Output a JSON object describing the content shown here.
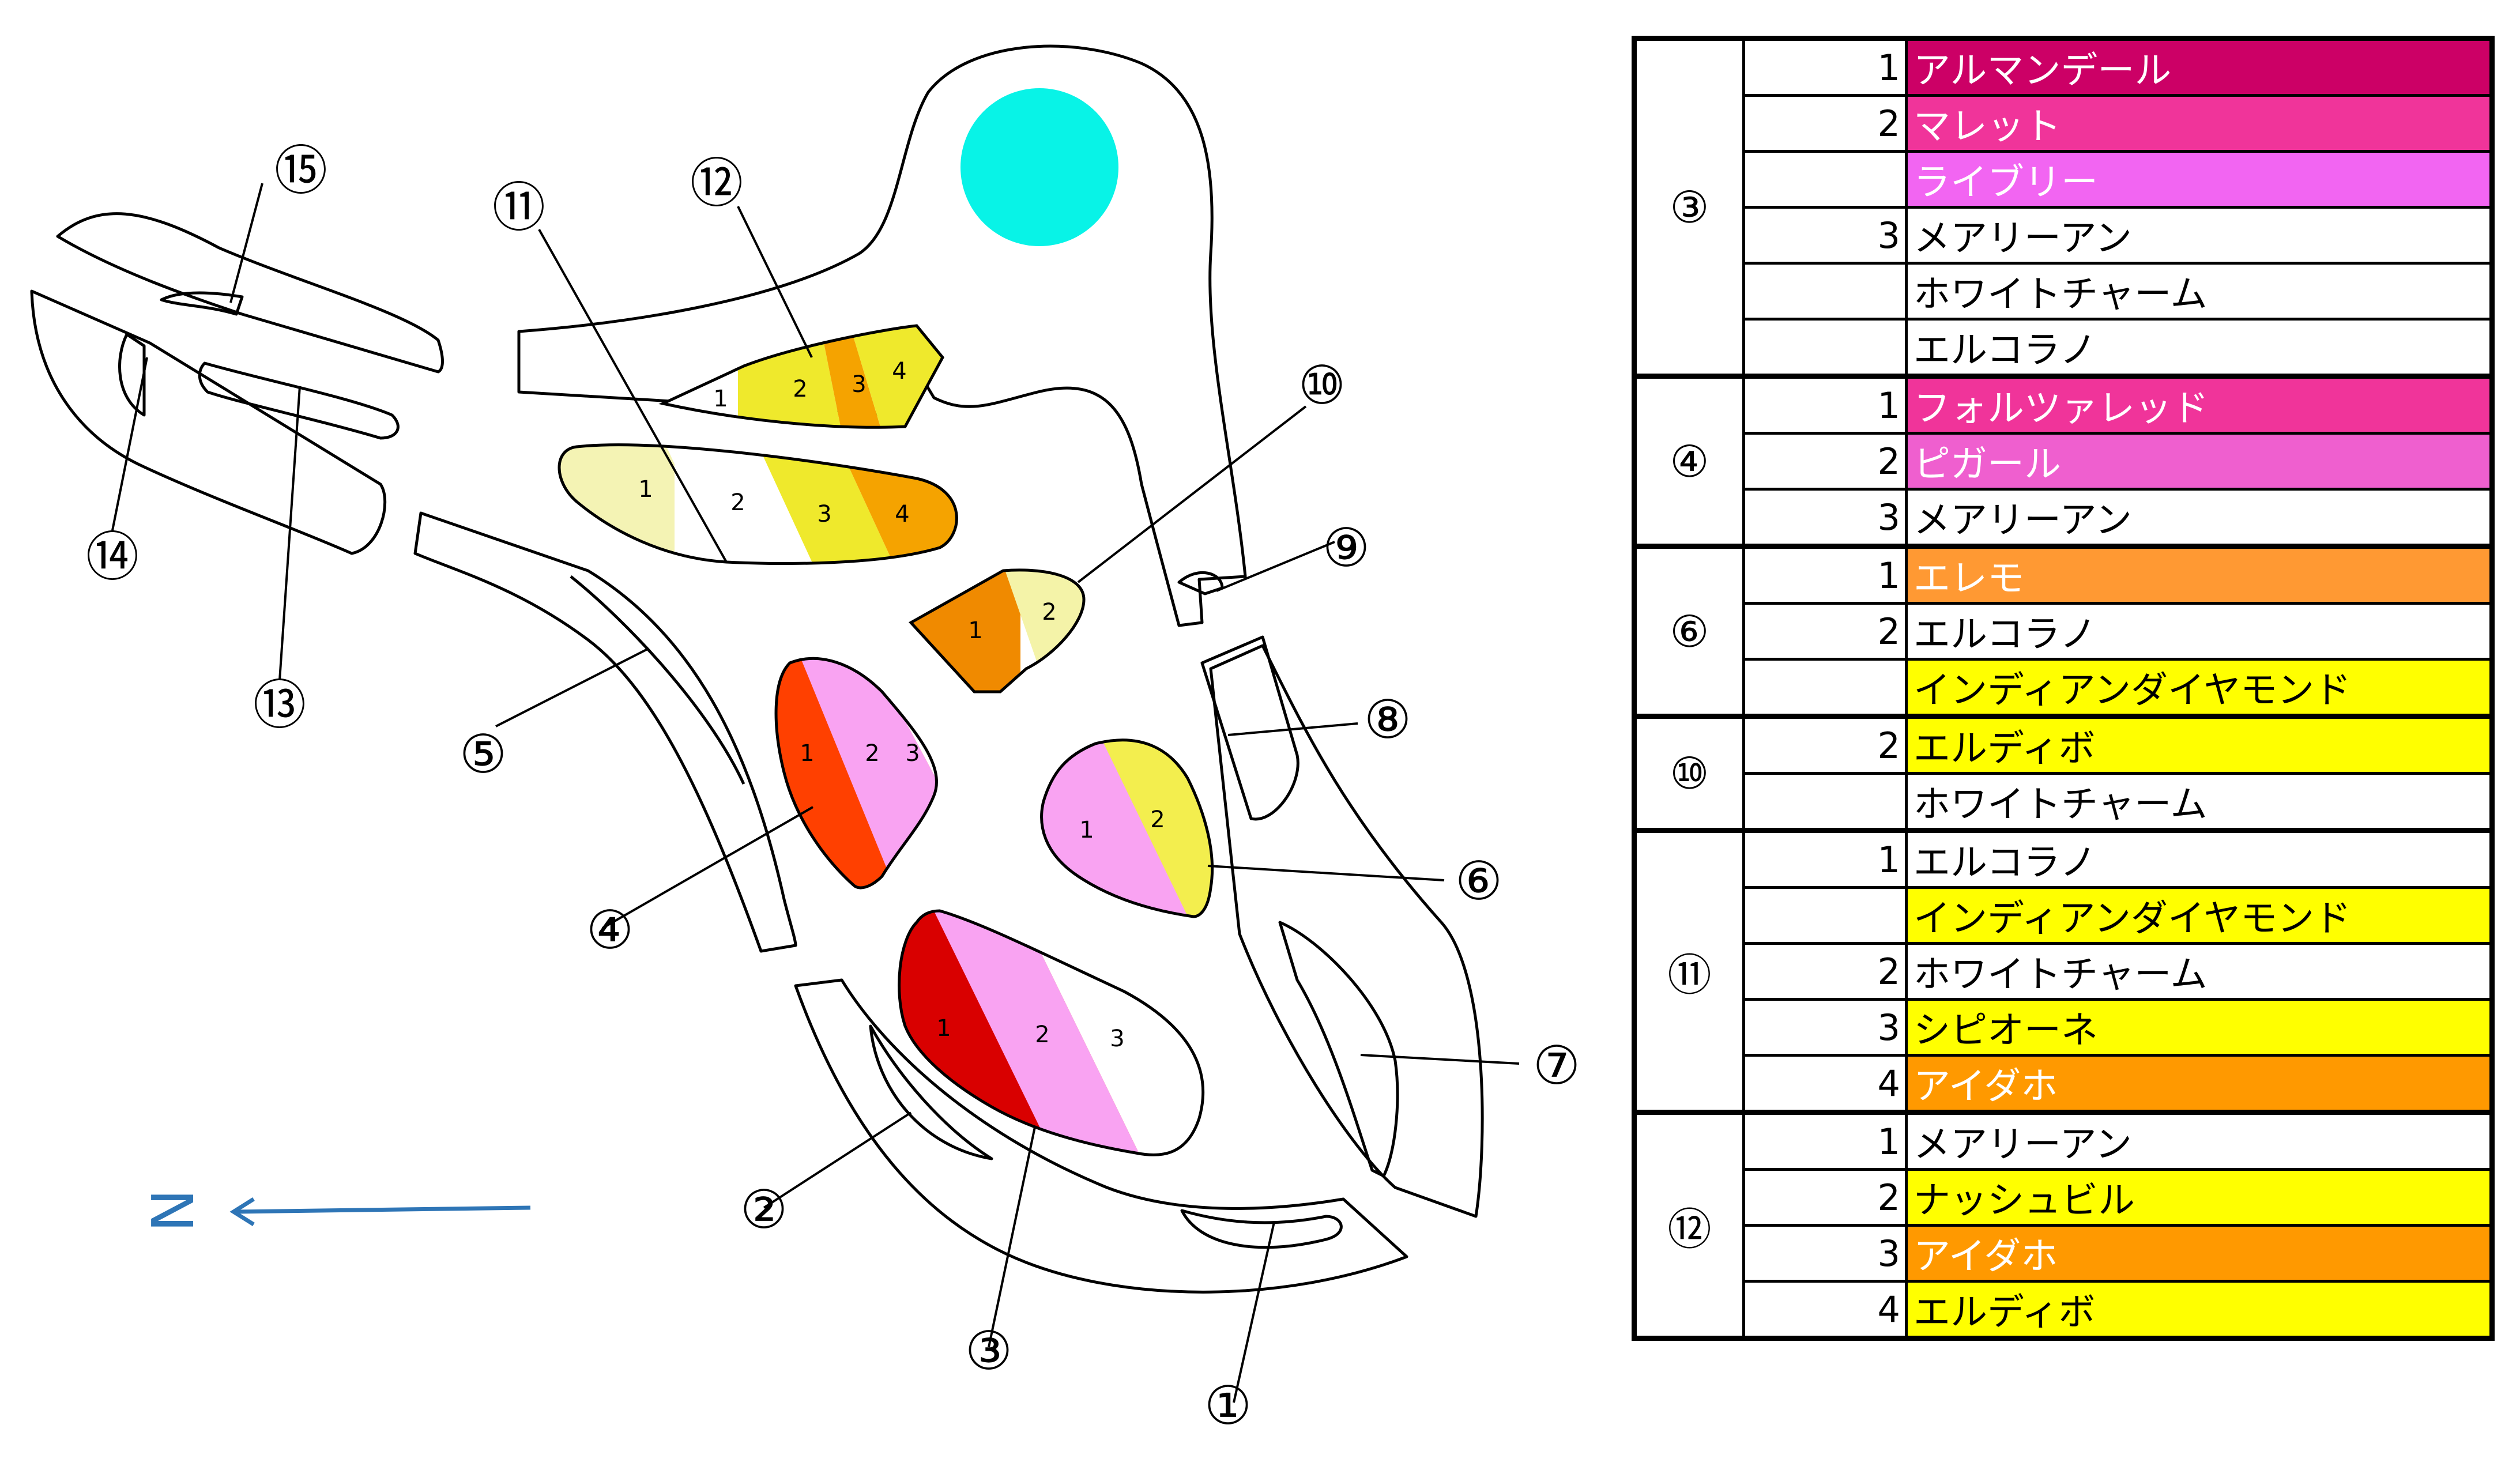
{
  "diagram": {
    "north_label": "N",
    "beds": [
      {
        "id": "1",
        "label": "①"
      },
      {
        "id": "2",
        "label": "②"
      },
      {
        "id": "3",
        "label": "③",
        "sections": [
          {
            "label": "1",
            "color": "#D90000"
          },
          {
            "label": "2",
            "color": "#F9A3F2"
          },
          {
            "label": "3",
            "color": "#FFFFFF"
          }
        ]
      },
      {
        "id": "4",
        "label": "④",
        "sections": [
          {
            "label": "1",
            "color": "#FF4000"
          },
          {
            "label": "2",
            "color": "#F9A3F2"
          },
          {
            "label": "3",
            "color": "#FFFFFF"
          }
        ]
      },
      {
        "id": "5",
        "label": "⑤"
      },
      {
        "id": "6",
        "label": "⑥",
        "sections": [
          {
            "label": "1",
            "color": "#F9A3F2"
          },
          {
            "label": "2",
            "color": "#F3EE4E"
          }
        ]
      },
      {
        "id": "7",
        "label": "⑦"
      },
      {
        "id": "8",
        "label": "⑧"
      },
      {
        "id": "9",
        "label": "⑨"
      },
      {
        "id": "10",
        "label": "⑩",
        "sections": [
          {
            "label": "1",
            "color": "#F08A00"
          },
          {
            "label": "2",
            "color": "#F4F3A8"
          }
        ]
      },
      {
        "id": "11",
        "label": "⑪",
        "sections": [
          {
            "label": "1",
            "color": "#F4F3B4"
          },
          {
            "label": "2",
            "color": "#FFFFFF"
          },
          {
            "label": "3",
            "color": "#EFE92C"
          },
          {
            "label": "4",
            "color": "#F5A300"
          }
        ]
      },
      {
        "id": "12",
        "label": "⑫",
        "sections": [
          {
            "label": "1",
            "color": "#FFFFFF"
          },
          {
            "label": "2",
            "color": "#EFE92C"
          },
          {
            "label": "3",
            "color": "#F5A300"
          },
          {
            "label": "4",
            "color": "#EFE92C"
          }
        ]
      },
      {
        "id": "13",
        "label": "⑬"
      },
      {
        "id": "14",
        "label": "⑭"
      },
      {
        "id": "15",
        "label": "⑮"
      }
    ],
    "pond_color": "#08F3E7"
  },
  "legend": {
    "groups": [
      {
        "bed": "③",
        "rows": [
          {
            "num": "1",
            "name": "アルマンデール",
            "bg": "#CC0066",
            "fg": "#FFFFFF"
          },
          {
            "num": "2",
            "name": "マレット",
            "bg": "#F0349A",
            "fg": "#FFFFFF"
          },
          {
            "num": "",
            "name": "ライブリー",
            "bg": "#F265F2",
            "fg": "#FFFFFF"
          },
          {
            "num": "3",
            "name": "メアリーアン",
            "bg": "#FFFFFF",
            "fg": "#000000"
          },
          {
            "num": "",
            "name": "ホワイトチャーム",
            "bg": "#FFFFFF",
            "fg": "#000000"
          },
          {
            "num": "",
            "name": "エルコラノ",
            "bg": "#FFFFFF",
            "fg": "#000000"
          }
        ]
      },
      {
        "bed": "④",
        "rows": [
          {
            "num": "1",
            "name": "フォルツァレッド",
            "bg": "#F0349A",
            "fg": "#FFFFFF"
          },
          {
            "num": "2",
            "name": "ピガール",
            "bg": "#EF5FCF",
            "fg": "#FFFFFF"
          },
          {
            "num": "3",
            "name": "メアリーアン",
            "bg": "#FFFFFF",
            "fg": "#000000"
          }
        ]
      },
      {
        "bed": "⑥",
        "rows": [
          {
            "num": "1",
            "name": "エレモ",
            "bg": "#FF9933",
            "fg": "#FFFFFF"
          },
          {
            "num": "2",
            "name": "エルコラノ",
            "bg": "#FFFFFF",
            "fg": "#000000"
          },
          {
            "num": "",
            "name": "インディアンダイヤモンド",
            "bg": "#FFFF00",
            "fg": "#000000"
          }
        ]
      },
      {
        "bed": "⑩",
        "rows": [
          {
            "num": "2",
            "name": "エルディボ",
            "bg": "#FFFF00",
            "fg": "#000000"
          },
          {
            "num": "",
            "name": "ホワイトチャーム",
            "bg": "#FFFFFF",
            "fg": "#000000"
          }
        ]
      },
      {
        "bed": "⑪",
        "rows": [
          {
            "num": "1",
            "name": "エルコラノ",
            "bg": "#FFFFFF",
            "fg": "#000000"
          },
          {
            "num": "",
            "name": "インディアンダイヤモンド",
            "bg": "#FFFF00",
            "fg": "#000000"
          },
          {
            "num": "2",
            "name": "ホワイトチャーム",
            "bg": "#FFFFFF",
            "fg": "#000000"
          },
          {
            "num": "3",
            "name": "シピオーネ",
            "bg": "#FFFF00",
            "fg": "#000000"
          },
          {
            "num": "4",
            "name": "アイダホ",
            "bg": "#FF9900",
            "fg": "#FFFFFF"
          }
        ]
      },
      {
        "bed": "⑫",
        "rows": [
          {
            "num": "1",
            "name": "メアリーアン",
            "bg": "#FFFFFF",
            "fg": "#000000"
          },
          {
            "num": "2",
            "name": "ナッシュビル",
            "bg": "#FFFF00",
            "fg": "#000000"
          },
          {
            "num": "3",
            "name": "アイダホ",
            "bg": "#FF9900",
            "fg": "#FFFFFF"
          },
          {
            "num": "4",
            "name": "エルディボ",
            "bg": "#FFFF00",
            "fg": "#000000"
          }
        ]
      }
    ]
  }
}
